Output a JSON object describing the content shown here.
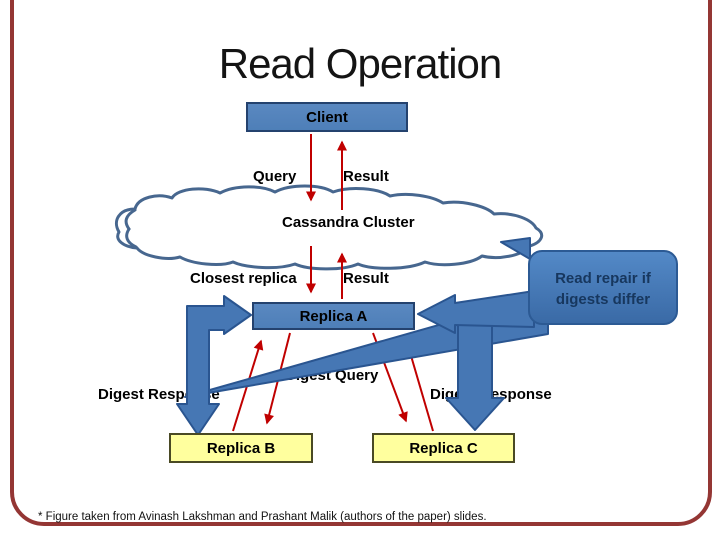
{
  "slide": {
    "title": "Read Operation",
    "footer": "* Figure taken from  Avinash Lakshman and Prashant Malik (authors of the paper) slides."
  },
  "nodes": {
    "client": "Client",
    "cluster": "Cassandra Cluster",
    "replica_a": "Replica A",
    "replica_b": "Replica B",
    "replica_c": "Replica C"
  },
  "edge_labels": {
    "query": "Query",
    "result_top": "Result",
    "closest_replica": "Closest replica",
    "result_mid": "Result",
    "digest_query": "Digest Query",
    "digest_response_left": "Digest Response",
    "digest_response_right": "Digest Response"
  },
  "callout": {
    "line1": "Read repair if",
    "line2": "digests differ"
  },
  "colors": {
    "frame": "#943634",
    "node_fill": "#4e7fb8",
    "node_fill_light": "#5a88c0",
    "node_border": "#24426e",
    "replica_fill": "#ffff9e",
    "replica_border": "#4a4a24",
    "arrow_red": "#c00000",
    "arrow_blue": "#4677b4",
    "arrow_blue_border": "#2a5590",
    "cloud_stroke": "#47678f",
    "callout_fill": "#3a6aa6",
    "callout_fill_light": "#5389c7",
    "callout_border": "#2c5a94",
    "callout_text": "#17375e"
  }
}
